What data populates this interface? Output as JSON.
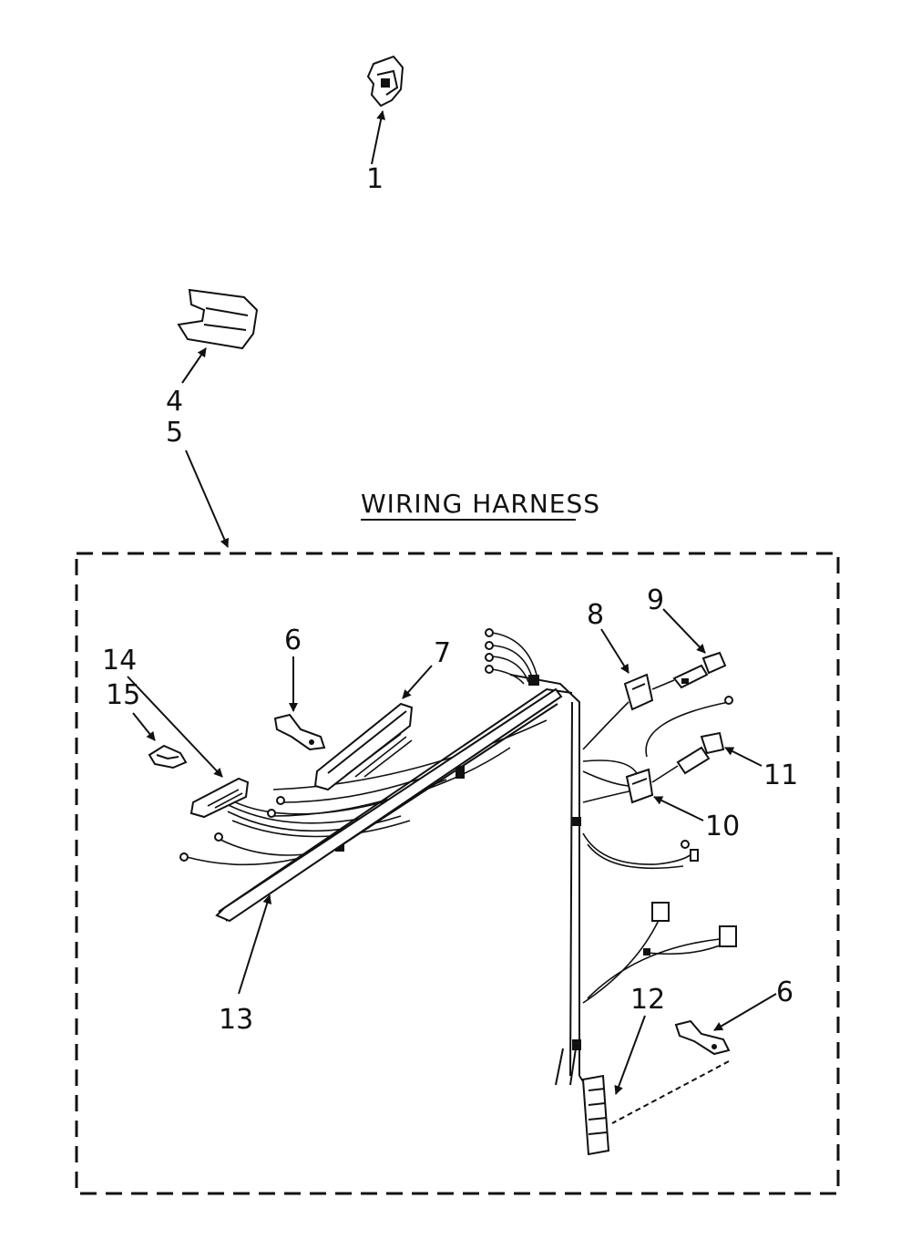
{
  "title": "WIRING HARNESS",
  "callouts": {
    "c1": "1",
    "c4": "4",
    "c5": "5",
    "c6a": "6",
    "c6b": "6",
    "c7": "7",
    "c8": "8",
    "c9": "9",
    "c10": "10",
    "c11": "11",
    "c12": "12",
    "c13": "13",
    "c14": "14",
    "c15": "15"
  }
}
